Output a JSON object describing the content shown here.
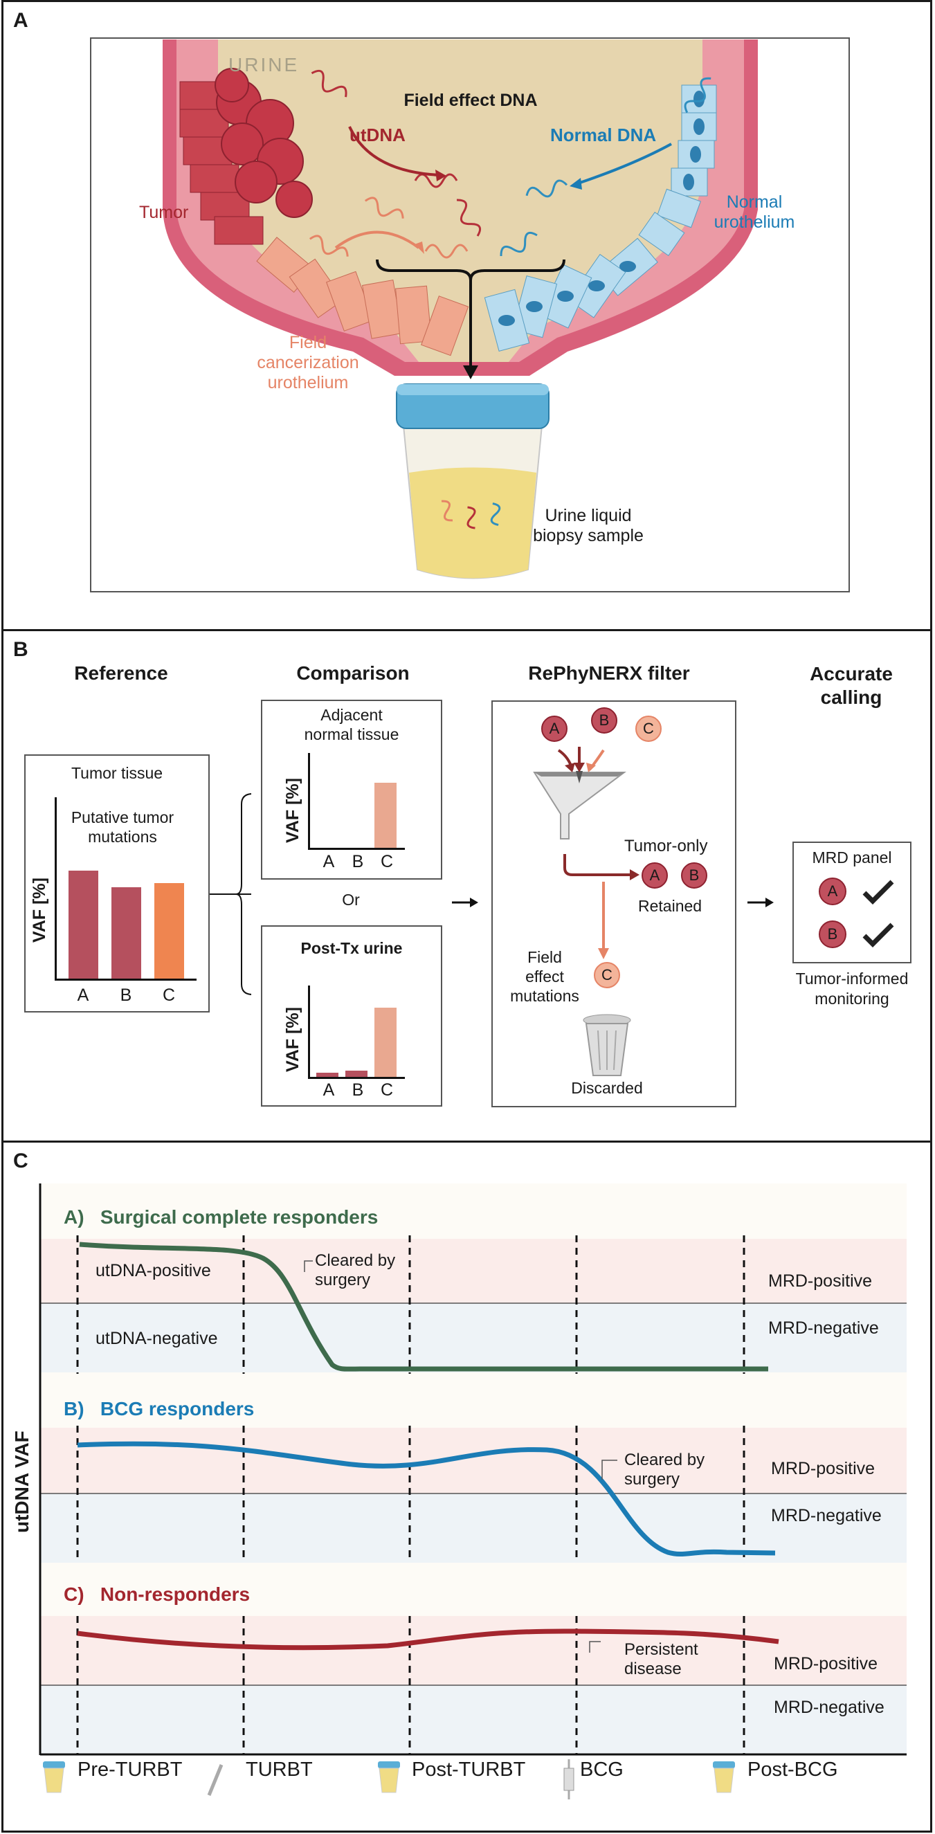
{
  "panel_a": {
    "letter": "A",
    "urine_label": "URINE",
    "field_effect_dna": "Field effect DNA",
    "utdna": "utDNA",
    "normal_dna": "Normal DNA",
    "tumor": "Tumor",
    "normal_urothelium": [
      "Normal",
      "urothelium"
    ],
    "field_cancerization": [
      "Field",
      "cancerization",
      "urothelium"
    ],
    "urine_sample": [
      "Urine liquid",
      "biopsy sample"
    ]
  },
  "panel_b": {
    "letter": "B",
    "headers": {
      "reference": "Reference",
      "comparison": "Comparison",
      "filter": "RePhyNERX filter",
      "accurate": [
        "Accurate",
        "calling"
      ]
    },
    "tumor_tissue": {
      "title": "Tumor tissue",
      "subtitle": [
        "Putative tumor",
        "mutations"
      ],
      "ylabel": "VAF [%]",
      "categories": [
        "A",
        "B",
        "C"
      ],
      "values": [
        0.78,
        0.66,
        0.69
      ],
      "colors": [
        "#b5505e",
        "#b5505e",
        "#ef8550"
      ]
    },
    "adjacent_normal": {
      "title": [
        "Adjacent",
        "normal tissue"
      ],
      "ylabel": "VAF [%]",
      "categories": [
        "A",
        "B",
        "C"
      ],
      "values": [
        0,
        0,
        0.72
      ],
      "colors": [
        "#b5505e",
        "#b5505e",
        "#e9a890"
      ]
    },
    "or_label": "Or",
    "post_tx_urine": {
      "title": "Post-Tx urine",
      "ylabel": "VAF [%]",
      "categories": [
        "A",
        "B",
        "C"
      ],
      "values": [
        0.05,
        0.08,
        0.85
      ],
      "colors": [
        "#b5505e",
        "#b5505e",
        "#e9a890"
      ]
    },
    "filter": {
      "inputs": [
        "A",
        "B",
        "C"
      ],
      "tumor_only": "Tumor-only",
      "retained": "Retained",
      "retained_items": [
        "A",
        "B"
      ],
      "field_effect": [
        "Field",
        "effect",
        "mutations"
      ],
      "field_item": "C",
      "discarded": "Discarded"
    },
    "mrd_panel": {
      "title": "MRD panel",
      "items": [
        "A",
        "B"
      ],
      "caption": [
        "Tumor-informed",
        "monitoring"
      ]
    }
  },
  "panel_c": {
    "letter": "C",
    "ylabel": "utDNA VAF",
    "groups": [
      {
        "title": "A)   Surgical complete responders",
        "color": "#3e6b4c",
        "annotation": [
          "Cleared by",
          "surgery"
        ],
        "left_labels": [
          "utDNA-positive",
          "utDNA-negative"
        ],
        "right_labels": [
          "MRD-positive",
          "MRD-negative"
        ]
      },
      {
        "title": "B)   BCG responders",
        "color": "#1b7cb5",
        "annotation": [
          "Cleared by",
          "surgery"
        ],
        "right_labels": [
          "MRD-positive",
          "MRD-negative"
        ]
      },
      {
        "title": "C)   Non-responders",
        "color": "#a3262e",
        "annotation": [
          "Persistent",
          "disease"
        ],
        "right_labels": [
          "MRD-positive",
          "MRD-negative"
        ]
      }
    ],
    "legend": [
      "Pre-TURBT",
      "TURBT",
      "Post-TURBT",
      "BCG",
      "Post-BCG"
    ]
  }
}
